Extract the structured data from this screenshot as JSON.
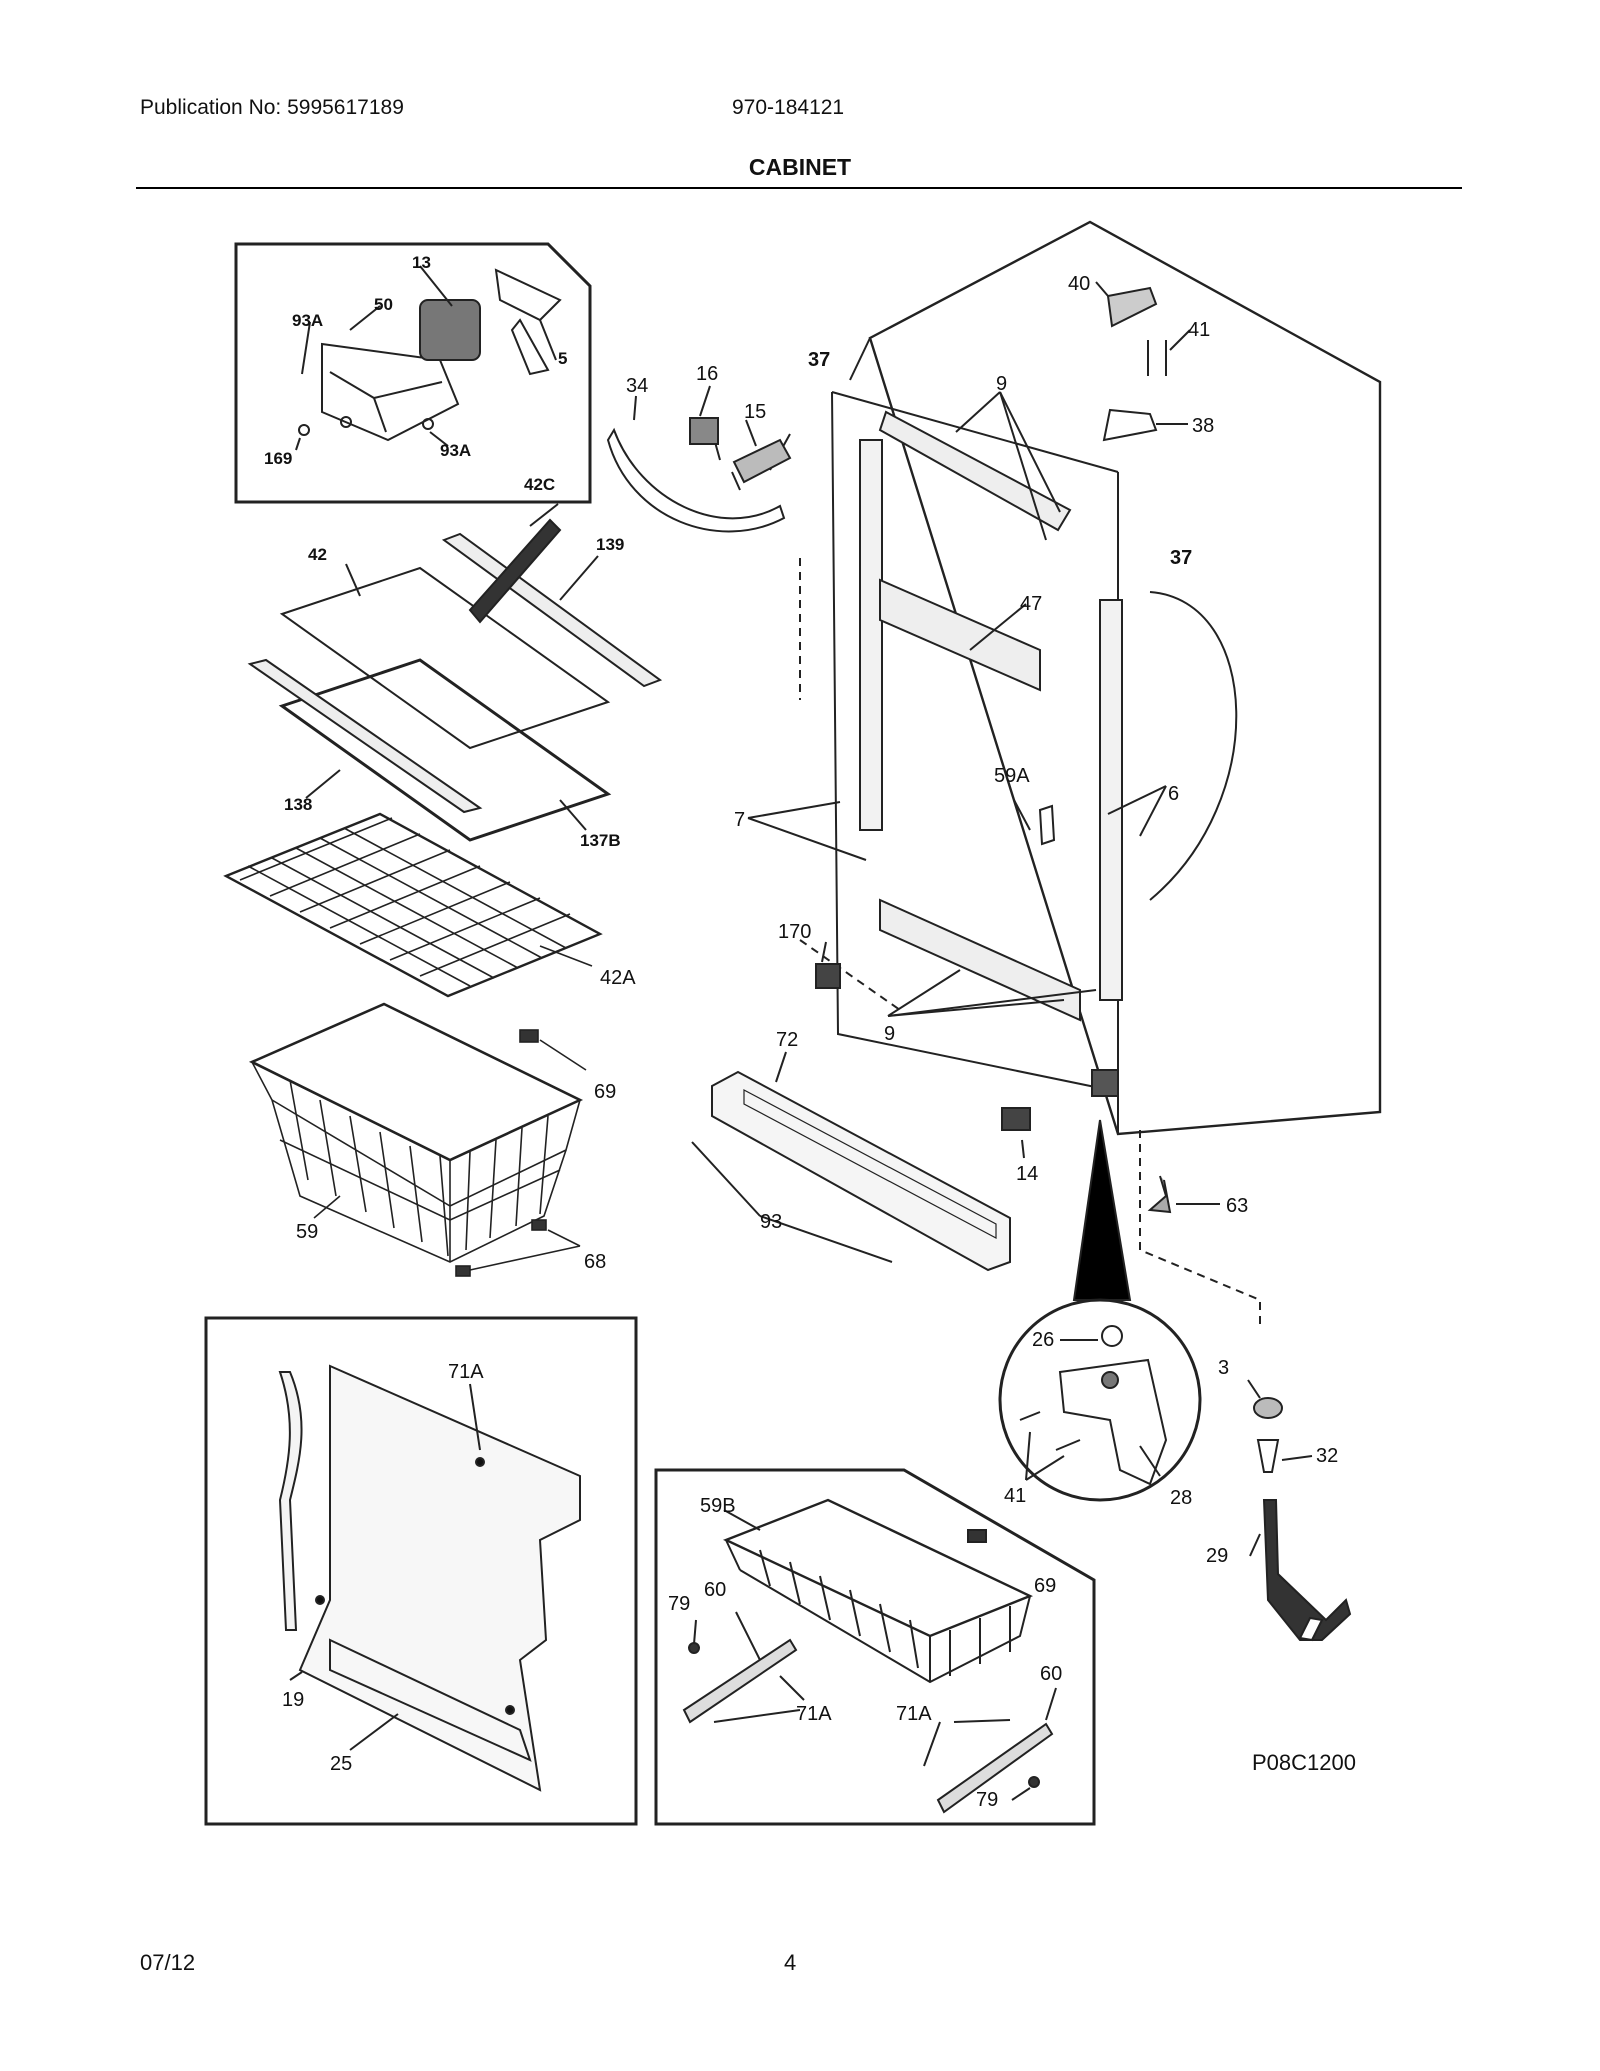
{
  "header": {
    "publication": "Publication No: 5995617189",
    "model": "970-184121",
    "title": "CABINET"
  },
  "footer": {
    "date": "07/12",
    "page": "4"
  },
  "diagram": {
    "code": "P08C1200",
    "callouts": {
      "c13": "13",
      "c93A_a": "93A",
      "c50": "50",
      "c5": "5",
      "c169": "169",
      "c93A_b": "93A",
      "c42C": "42C",
      "c42": "42",
      "c139": "139",
      "c138": "138",
      "c137B": "137B",
      "c42A": "42A",
      "c69_a": "69",
      "c59": "59",
      "c68": "68",
      "c34": "34",
      "c16": "16",
      "c15": "15",
      "c37_a": "37",
      "c37_b": "37",
      "c9_a": "9",
      "c40": "40",
      "c41_a": "41",
      "c38": "38",
      "c47": "47",
      "c59A": "59A",
      "c7": "7",
      "c6": "6",
      "c170": "170",
      "c9_b": "9",
      "c72": "72",
      "c14": "14",
      "c63": "63",
      "c93": "93",
      "c26": "26",
      "c3": "3",
      "c32": "32",
      "c41_b": "41",
      "c28": "28",
      "c29": "29",
      "c71A_a": "71A",
      "c19": "19",
      "c25": "25",
      "c59B": "59B",
      "c69_b": "69",
      "c79_a": "79",
      "c60_a": "60",
      "c71A_b": "71A",
      "c71A_c": "71A",
      "c60_b": "60",
      "c79_b": "79"
    }
  }
}
